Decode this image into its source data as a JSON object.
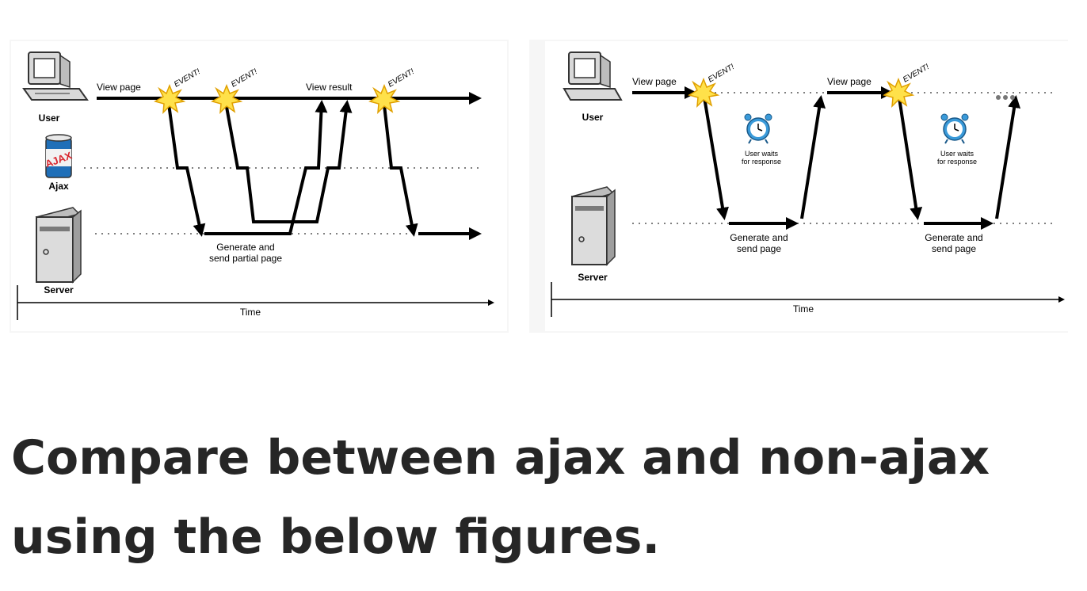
{
  "ajax_model": {
    "actors": {
      "user": "User",
      "ajax": "Ajax",
      "server": "Server"
    },
    "ajax_can_label": "AJAX",
    "labels": {
      "view_page": "View page",
      "view_result": "View result",
      "event_1": "EVENT!",
      "event_2": "EVENT!",
      "event_3": "EVENT!",
      "generate_line1": "Generate and",
      "generate_line2": "send partial page",
      "time": "Time"
    }
  },
  "classic_model": {
    "actors": {
      "user": "User",
      "server": "Server"
    },
    "labels": {
      "view_page_1": "View page",
      "view_page_2": "View page",
      "event_1": "EVENT!",
      "event_2": "EVENT!",
      "wait1_line1": "User waits",
      "wait1_line2": "for response",
      "wait2_line1": "User waits",
      "wait2_line2": "for response",
      "gen1_line1": "Generate and",
      "gen1_line2": "send page",
      "gen2_line1": "Generate and",
      "gen2_line2": "send page",
      "time": "Time"
    }
  },
  "colors": {
    "star": "#ffe14a",
    "star_stroke": "#e0a000",
    "clock": "#3a9ad9",
    "computer": "#d9d9d9",
    "can_red": "#d8262e"
  },
  "question": {
    "line1": "Compare between ajax and non-ajax",
    "line2": "using the below figures."
  }
}
